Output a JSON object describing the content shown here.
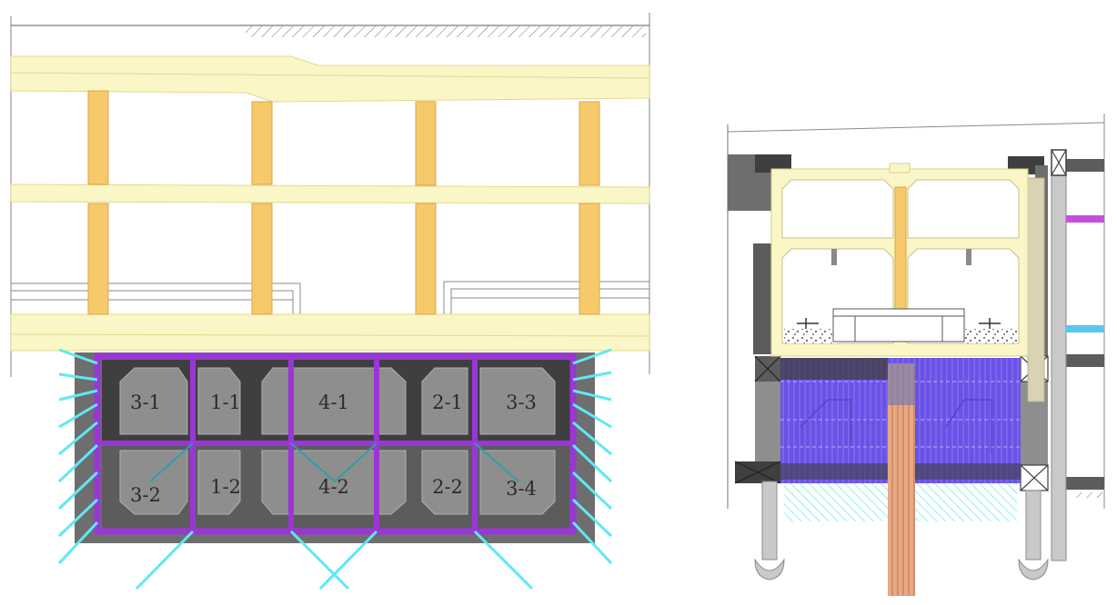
{
  "diagram": {
    "left_view": {
      "cells": [
        {
          "id": "3-1",
          "label": "3-1"
        },
        {
          "id": "1-1",
          "label": "1-1"
        },
        {
          "id": "4-1",
          "label": "4-1"
        },
        {
          "id": "2-1",
          "label": "2-1"
        },
        {
          "id": "3-3",
          "label": "3-3"
        },
        {
          "id": "3-2",
          "label": "3-2"
        },
        {
          "id": "1-2",
          "label": "1-2"
        },
        {
          "id": "4-2",
          "label": "4-2"
        },
        {
          "id": "2-2",
          "label": "2-2"
        },
        {
          "id": "3-4",
          "label": "3-4"
        }
      ]
    },
    "colors": {
      "slab": "#fbf6c6",
      "column": "#f6c96a",
      "rock": "#6e6e6e",
      "rock_dark": "#3f3f3f",
      "frame": "#9a36d6",
      "anchor": "#5fe8f4",
      "dense_layer": "#6a52e6",
      "pile": "#e8a882",
      "support": "#c9c9c9"
    }
  }
}
